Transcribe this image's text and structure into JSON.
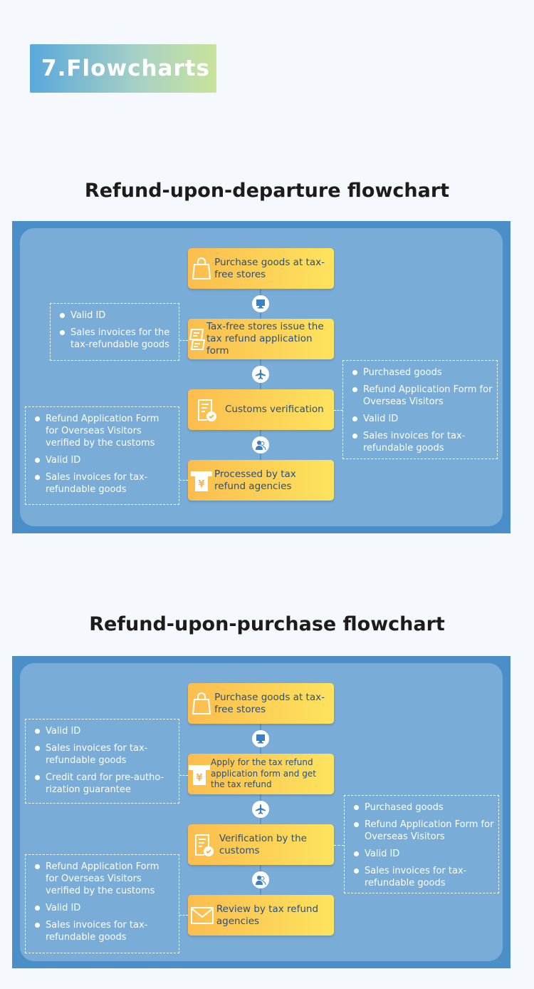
{
  "section_title": "7.Flowcharts",
  "charts": [
    {
      "title": "Refund-upon-departure flowchart",
      "steps": [
        {
          "label": "Purchase goods at tax-free stores",
          "icon": "shopping-bag-icon"
        },
        {
          "label": "Tax-free stores issue the tax refund application form",
          "icon": "receipt-icon"
        },
        {
          "label": "Customs verification",
          "icon": "document-check-icon"
        },
        {
          "label": "Processed by tax refund agencies",
          "icon": "yen-dispenser-icon"
        }
      ],
      "connectors": [
        "computer-icon",
        "airplane-icon",
        "people-icon"
      ],
      "notes": [
        {
          "items": [
            "Valid ID",
            "Sales invoices for the tax-refundable goods"
          ]
        },
        {
          "items": [
            "Purchased goods",
            "Refund Application Form for Overseas Visitors",
            "Valid ID",
            "Sales invoices for tax-refundable goods"
          ]
        },
        {
          "items": [
            "Refund Application Form for Overseas Visitors verified by the customs",
            "Valid ID",
            "Sales invoices for tax-refundable goods"
          ]
        }
      ]
    },
    {
      "title": "Refund-upon-purchase flowchart",
      "steps": [
        {
          "label": "Purchase goods at tax-free stores",
          "icon": "shopping-bag-icon"
        },
        {
          "label": "Apply for the tax refund application form and get the tax refund",
          "icon": "yen-dispenser-icon"
        },
        {
          "label": "Verification by the customs",
          "icon": "document-check-icon"
        },
        {
          "label": "Review by tax refund agencies",
          "icon": "envelope-icon"
        }
      ],
      "connectors": [
        "computer-icon",
        "airplane-icon",
        "people-icon"
      ],
      "notes": [
        {
          "items": [
            "Valid ID",
            "Sales invoices for tax-refundable goods",
            "Credit card for pre-autho-rization guarantee"
          ]
        },
        {
          "items": [
            "Purchased goods",
            "Refund Application Form for Overseas Visitors",
            "Valid ID",
            "Sales invoices for tax-refundable goods"
          ]
        },
        {
          "items": [
            "Refund Application Form for Overseas Visitors verified by the customs",
            "Valid ID",
            "Sales invoices for tax-refundable goods"
          ]
        }
      ]
    }
  ]
}
